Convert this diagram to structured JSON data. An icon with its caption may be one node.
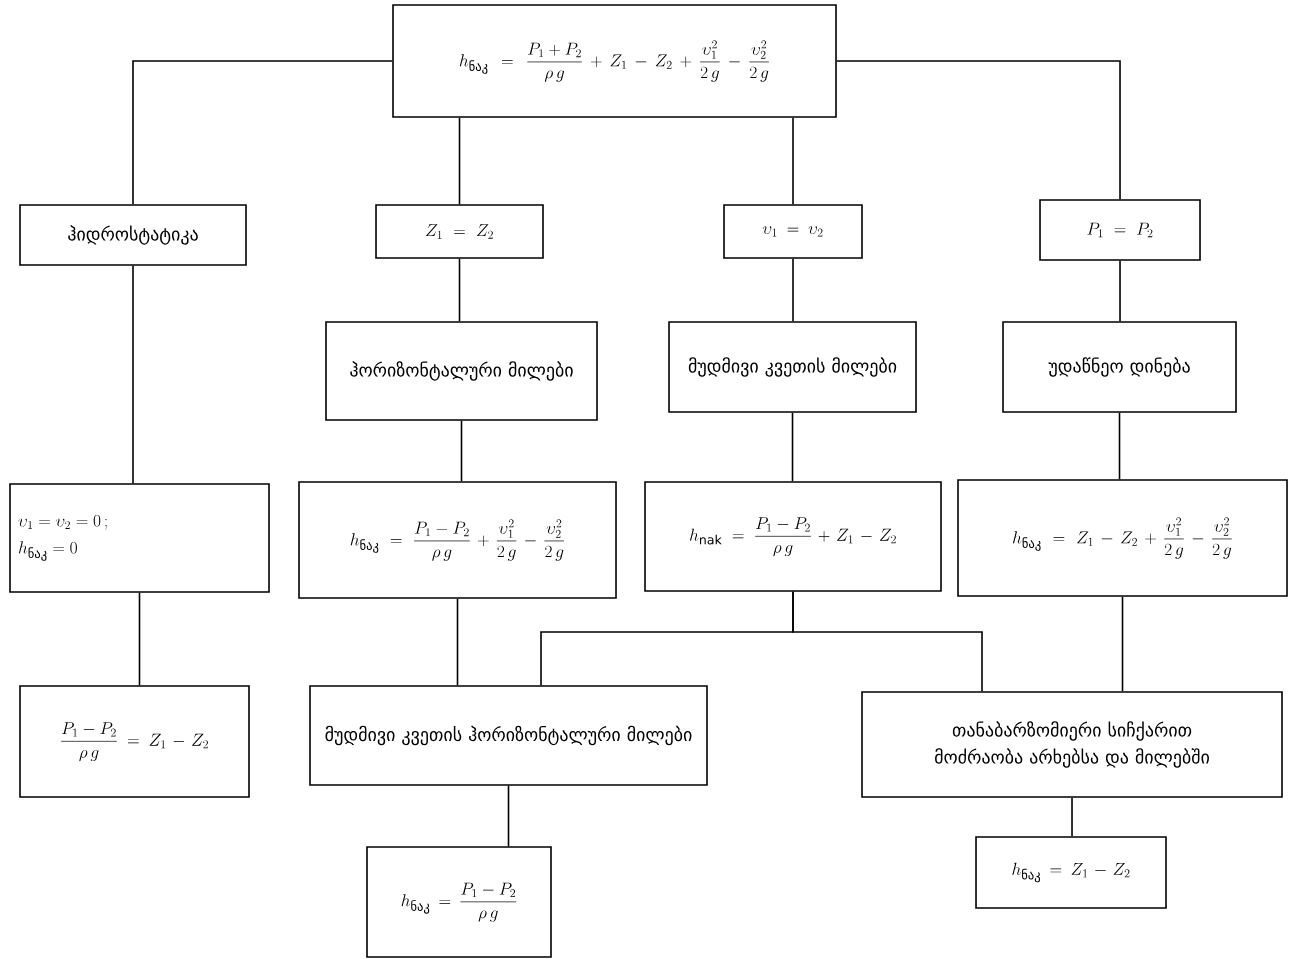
{
  "diagram": {
    "nodes": [
      {
        "text": [
          "h_{\\text{ნაკ}} = \\frac{P_1 + P_2}{\\rho\\, g} + Z_1 - Z_2 + \\frac{\\upsilon_1^2}{2\\, g} - \\frac{\\upsilon_2^2}{2\\, g}"
        ]
      },
      {
        "text": [
          "ჰიდროსტატიკა"
        ]
      },
      {
        "text": [
          "Z_1 = Z_2"
        ]
      },
      {
        "text": [
          "\\upsilon_1 = \\upsilon_2"
        ]
      },
      {
        "text": [
          "P_1 = P_2"
        ]
      },
      {
        "text": [
          "ჰორიზონტალური მილები"
        ]
      },
      {
        "text": [
          "მუდმივი კვეთის მილები"
        ]
      },
      {
        "text": [
          "უდაწნეო დინება"
        ]
      },
      {
        "text": [
          "\\upsilon_1 = \\upsilon_2 = 0\\,;",
          "h_{\\text{ნაკ}} = 0"
        ]
      },
      {
        "text": [
          "h_{\\text{ნაკ}} = \\frac{P_1 - P_2}{\\rho\\, g} + \\frac{\\upsilon_1^2}{2\\, g} - \\frac{\\upsilon_2^2}{2\\, g}"
        ]
      },
      {
        "text": [
          "h_{\\text{nak}} = \\frac{P_1 - P_2}{\\rho\\, g} + Z_1 - Z_2"
        ]
      },
      {
        "text": [
          "h_{\\text{ნაკ}} = Z_1 - Z_2 + \\frac{\\upsilon_1^2}{2\\, g} - \\frac{\\upsilon_2^2}{2\\, g}"
        ]
      },
      {
        "text": [
          "\\frac{P_1 - P_2}{\\rho\\, g} = Z_1 - Z_2"
        ]
      },
      {
        "text": [
          "მუდმივი კვეთის ჰორიზონტალური მილები"
        ]
      },
      {
        "text": [
          "თანაბარზომიერი სიჩქარით მოძრაობა არხებსა და მილებში"
        ]
      },
      {
        "text": [
          "h_{\\text{ნაკ}} = \\frac{P_1 - P_2}{\\rho\\, g}"
        ]
      },
      {
        "text": [
          "h_{\\text{ნაკ}} = Z_1 - Z_2"
        ]
      }
    ],
    "edges": [
      {
        "from": 0,
        "to": 1,
        "arrow": "none"
      },
      {
        "from": 0,
        "to": 2,
        "arrow": "none"
      },
      {
        "from": 0,
        "to": 3,
        "arrow": "none"
      },
      {
        "from": 0,
        "to": 4,
        "arrow": "none"
      },
      {
        "from": 1,
        "to": 8,
        "arrow": "none"
      },
      {
        "from": 8,
        "to": 12,
        "arrow": "none"
      },
      {
        "from": 2,
        "to": 5,
        "arrow": "none"
      },
      {
        "from": 5,
        "to": 9,
        "arrow": "none"
      },
      {
        "from": 9,
        "to": 13,
        "arrow": "none"
      },
      {
        "from": 3,
        "to": 6,
        "arrow": "none"
      },
      {
        "from": 6,
        "to": 10,
        "arrow": "none"
      },
      {
        "from": 10,
        "to": 13,
        "arrow": "none"
      },
      {
        "from": 10,
        "to": 14,
        "arrow": "none"
      },
      {
        "from": 4,
        "to": 7,
        "arrow": "none"
      },
      {
        "from": 7,
        "to": 11,
        "arrow": "none"
      },
      {
        "from": 11,
        "to": 14,
        "arrow": "none"
      },
      {
        "from": 13,
        "to": 15,
        "arrow": "none"
      },
      {
        "from": 14,
        "to": 16,
        "arrow": "none"
      }
    ]
  }
}
